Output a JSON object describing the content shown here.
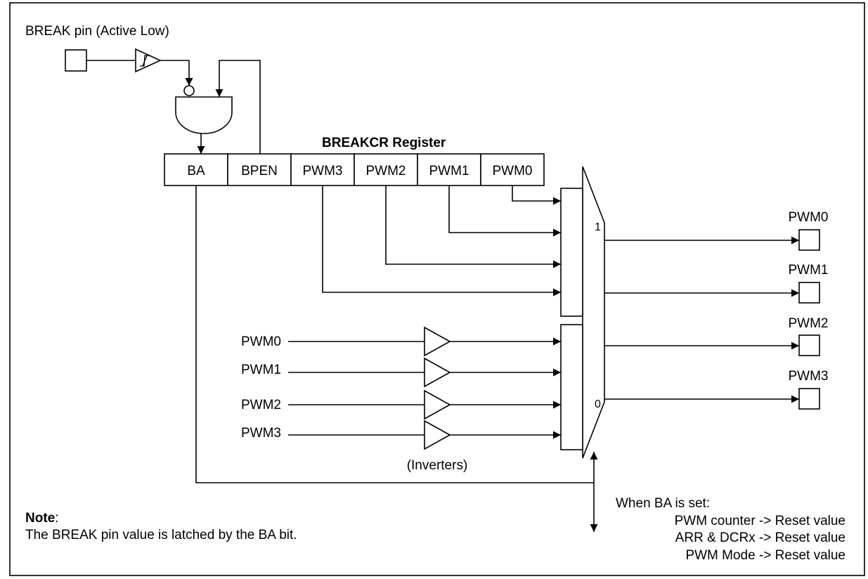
{
  "break_pin_label": "BREAK pin (Active Low)",
  "register": {
    "title": "BREAKCR Register",
    "bits": [
      "BA",
      "BPEN",
      "PWM3",
      "PWM2",
      "PWM1",
      "PWM0"
    ]
  },
  "mux": {
    "one": "1",
    "zero": "0"
  },
  "inverter_inputs": [
    "PWM0",
    "PWM1",
    "PWM2",
    "PWM3"
  ],
  "inverters_caption": "(Inverters)",
  "outputs": [
    "PWM0",
    "PWM1",
    "PWM2",
    "PWM3"
  ],
  "ba_set": {
    "heading": "When BA is set:",
    "lines": [
      "PWM counter -> Reset value",
      "ARR & DCRx -> Reset value",
      "PWM Mode -> Reset value"
    ]
  },
  "note": {
    "heading": "Note",
    "colon": ":",
    "text": "The BREAK pin value is latched by the BA bit."
  }
}
